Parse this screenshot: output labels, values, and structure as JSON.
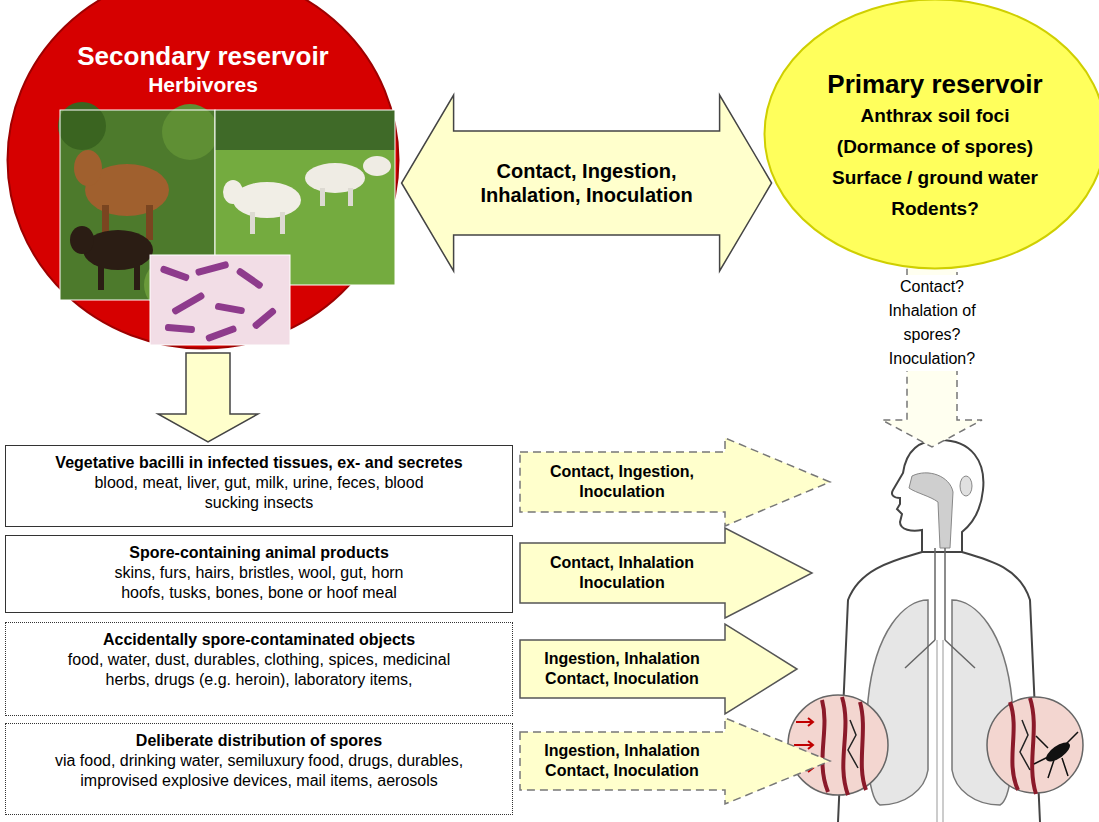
{
  "diagram": {
    "nodes": [
      {
        "text": [
          "Secondary reservoir",
          "Herbivores"
        ]
      },
      {
        "text": [
          "Primary reservoir",
          "Anthrax soil foci (Dormance of spores) Surface / ground water Rodents?"
        ]
      },
      {
        "text": [
          "Vegetative bacilli in infected tissues, ex- and secretes",
          "blood, meat, liver, gut, milk, urine, feces, blood sucking insects"
        ]
      },
      {
        "text": [
          "Spore-containing animal products",
          "skins, furs, hairs, bristles, wool, gut, horn hoofs, tusks, bones, bone or hoof meal"
        ]
      },
      {
        "text": [
          "Accidentally spore-contaminated objects",
          "food, water, dust, durables, clothing, spices, medicinal herbs, drugs (e.g. heroin), laboratory items,"
        ]
      },
      {
        "text": [
          "Deliberate distribution of spores",
          "via food, drinking water, semiluxury food, drugs, durables, improvised explosive devices, mail items, aerosols"
        ]
      }
    ],
    "edges": [
      {
        "from": 0,
        "to": 1,
        "label": "Contact, Ingestion, Inhalation, Inoculation",
        "arrow": "both"
      },
      {
        "from": 0,
        "to": 2,
        "arrow": "to"
      }
    ],
    "labels": [
      "Contact? Inhalation of spores? Inoculation?",
      "Contact, Ingestion, Inoculation",
      "Contact, Inhalation Inoculation",
      "Ingestion, Inhalation Contact, Inoculation",
      "Ingestion, Inhalation Contact, Inoculation"
    ]
  }
}
